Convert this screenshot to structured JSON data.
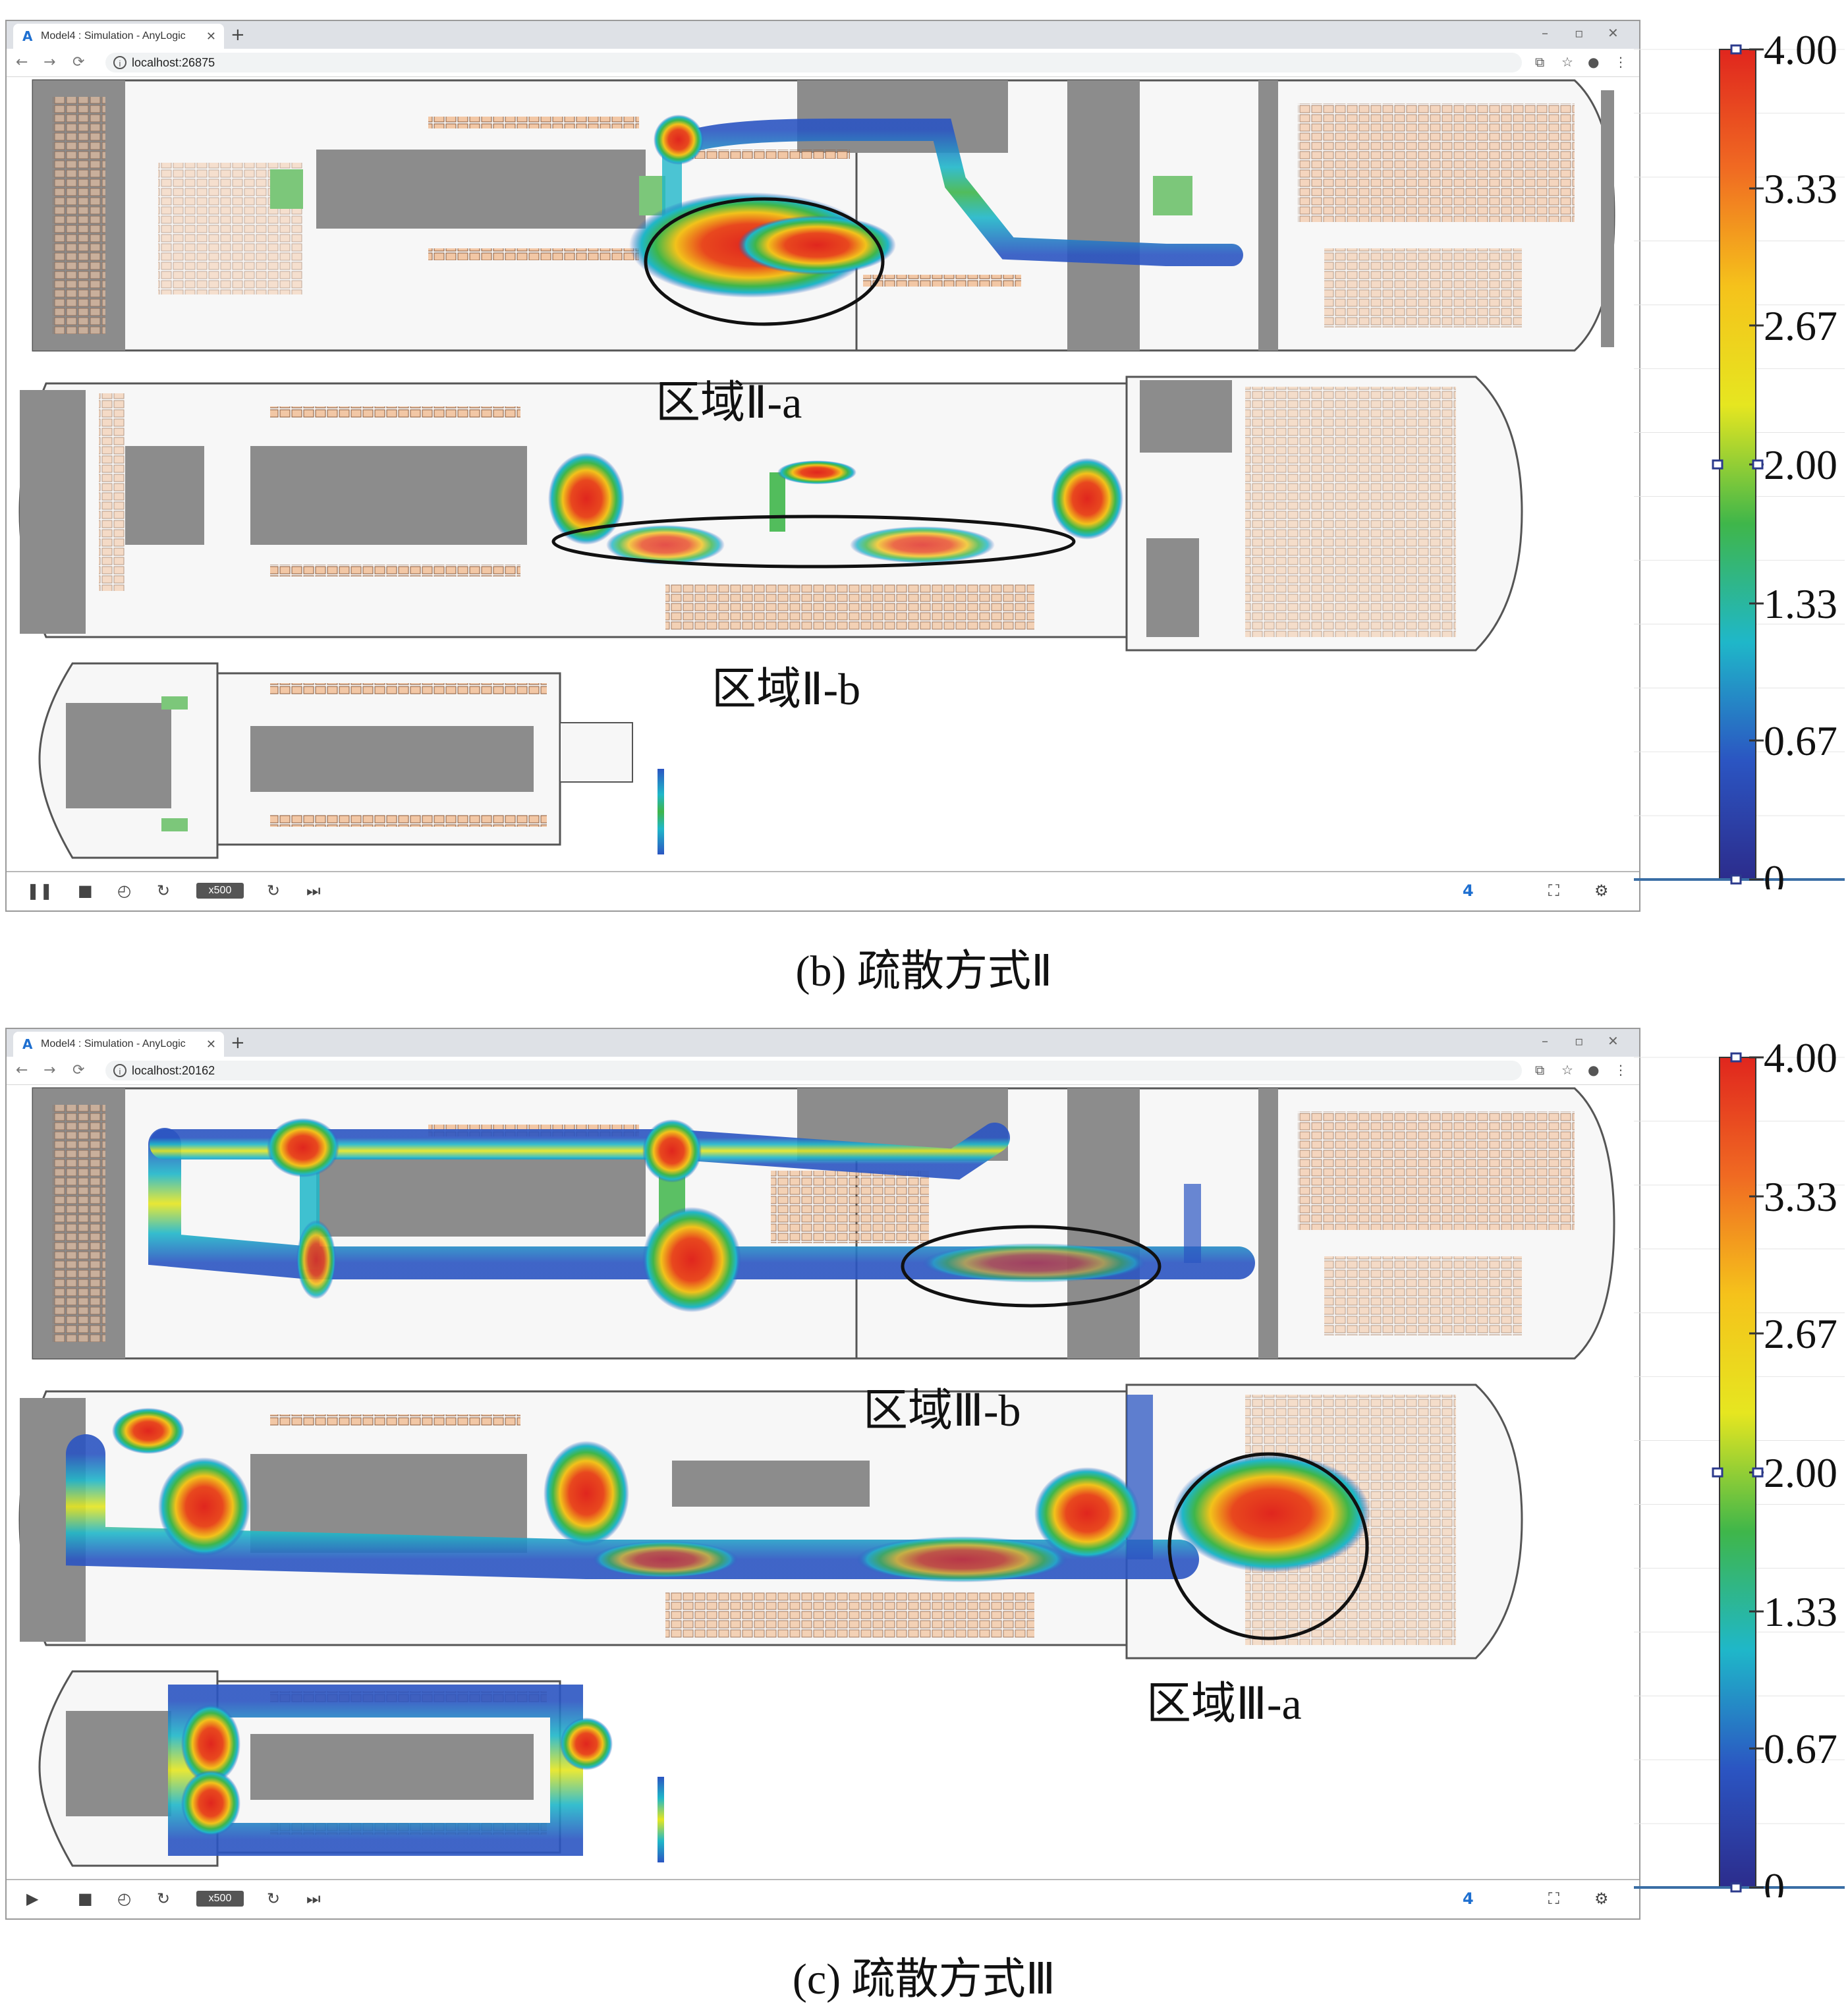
{
  "panels": [
    {
      "id": "b",
      "browser": {
        "tab_title": "Model4 : Simulation - AnyLogic",
        "tab_close": "✕",
        "new_tab": "+",
        "url": "localhost:26875",
        "speed_label": "x500"
      },
      "caption": "(b) 疏散方式Ⅱ",
      "region_labels": [
        "区域Ⅱ-a",
        "区域Ⅱ-b"
      ],
      "play_state_icon": "pause-icon"
    },
    {
      "id": "c",
      "browser": {
        "tab_title": "Model4 : Simulation - AnyLogic",
        "tab_close": "✕",
        "new_tab": "+",
        "url": "localhost:20162",
        "speed_label": "x500"
      },
      "caption": "(c) 疏散方式Ⅲ",
      "region_labels": [
        "区域Ⅲ-b",
        "区域Ⅲ-a"
      ],
      "play_state_icon": "play-icon"
    }
  ],
  "colorbar": {
    "ticks": [
      "4.00",
      "3.33",
      "2.67",
      "2.00",
      "1.33",
      "0.67",
      "0"
    ],
    "tick_values": [
      4.0,
      3.33,
      2.67,
      2.0,
      1.33,
      0.67,
      0
    ],
    "range": [
      0,
      4
    ],
    "colors": [
      "#e0261e",
      "#f06a22",
      "#f5c21b",
      "#e6e620",
      "#3fb64a",
      "#1fb7c9",
      "#2b55c2",
      "#2c2c8c"
    ]
  },
  "icons": {
    "back": "←",
    "forward": "→",
    "reload": "⟳",
    "translate": "⧉",
    "star": "☆",
    "account": "●",
    "menu": "⋮",
    "minimize": "–",
    "maximize": "▫",
    "close": "✕",
    "stop": "■",
    "step": "◴",
    "speed-down": "↻",
    "speed-up": "↻",
    "skip": "⏭",
    "brand": "4",
    "fullscreen": "⛶",
    "settings": "⚙"
  }
}
